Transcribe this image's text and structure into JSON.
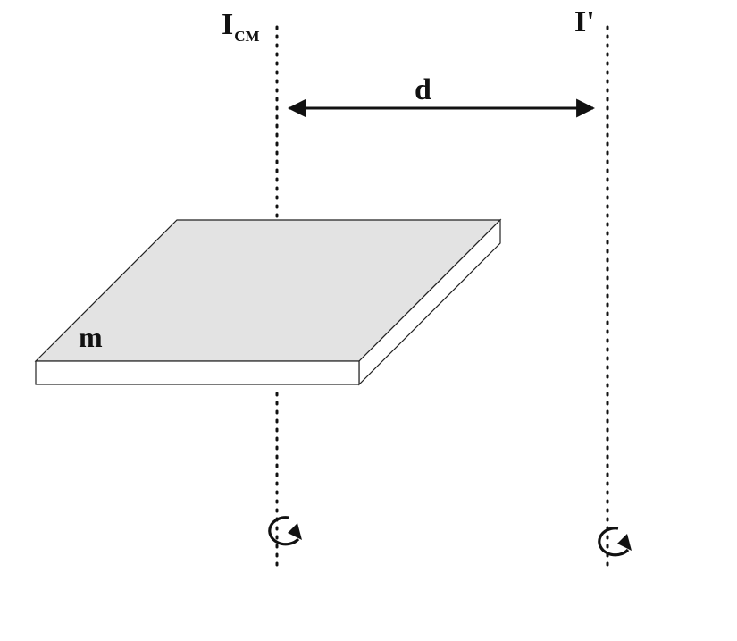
{
  "labels": {
    "cm_axis_main": "I",
    "cm_axis_sub": "CM",
    "parallel_axis": "I'",
    "distance": "d",
    "mass": "m"
  },
  "colors": {
    "line": "#111111",
    "plate_top": "#e3e3e3",
    "plate_edge": "#ffffff",
    "background": "#ffffff"
  },
  "icons": {
    "cm_rotation": "counterclockwise-rotation-arrow-icon",
    "parallel_rotation": "counterclockwise-rotation-arrow-icon",
    "distance_arrow": "double-headed-arrow-icon"
  }
}
